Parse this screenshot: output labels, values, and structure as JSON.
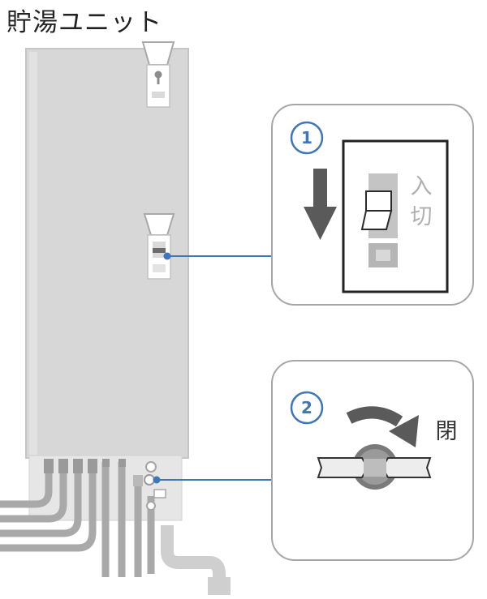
{
  "title": "貯湯ユニット",
  "callouts": [
    {
      "number": "1",
      "labels": [
        "入",
        "切"
      ]
    },
    {
      "number": "2",
      "labels": [
        "閉"
      ]
    }
  ],
  "icons": [
    "down-arrow-icon",
    "rotate-arrow-icon",
    "breaker-switch-icon",
    "valve-handle-icon"
  ],
  "colors": {
    "unit_body": "#d7d7d7",
    "unit_edge": "#c4c4c4",
    "callout_line": "#3f76b8",
    "callout_border": "#a6a6a6",
    "arrow": "#5a5a5a",
    "title_text": "#222222"
  }
}
